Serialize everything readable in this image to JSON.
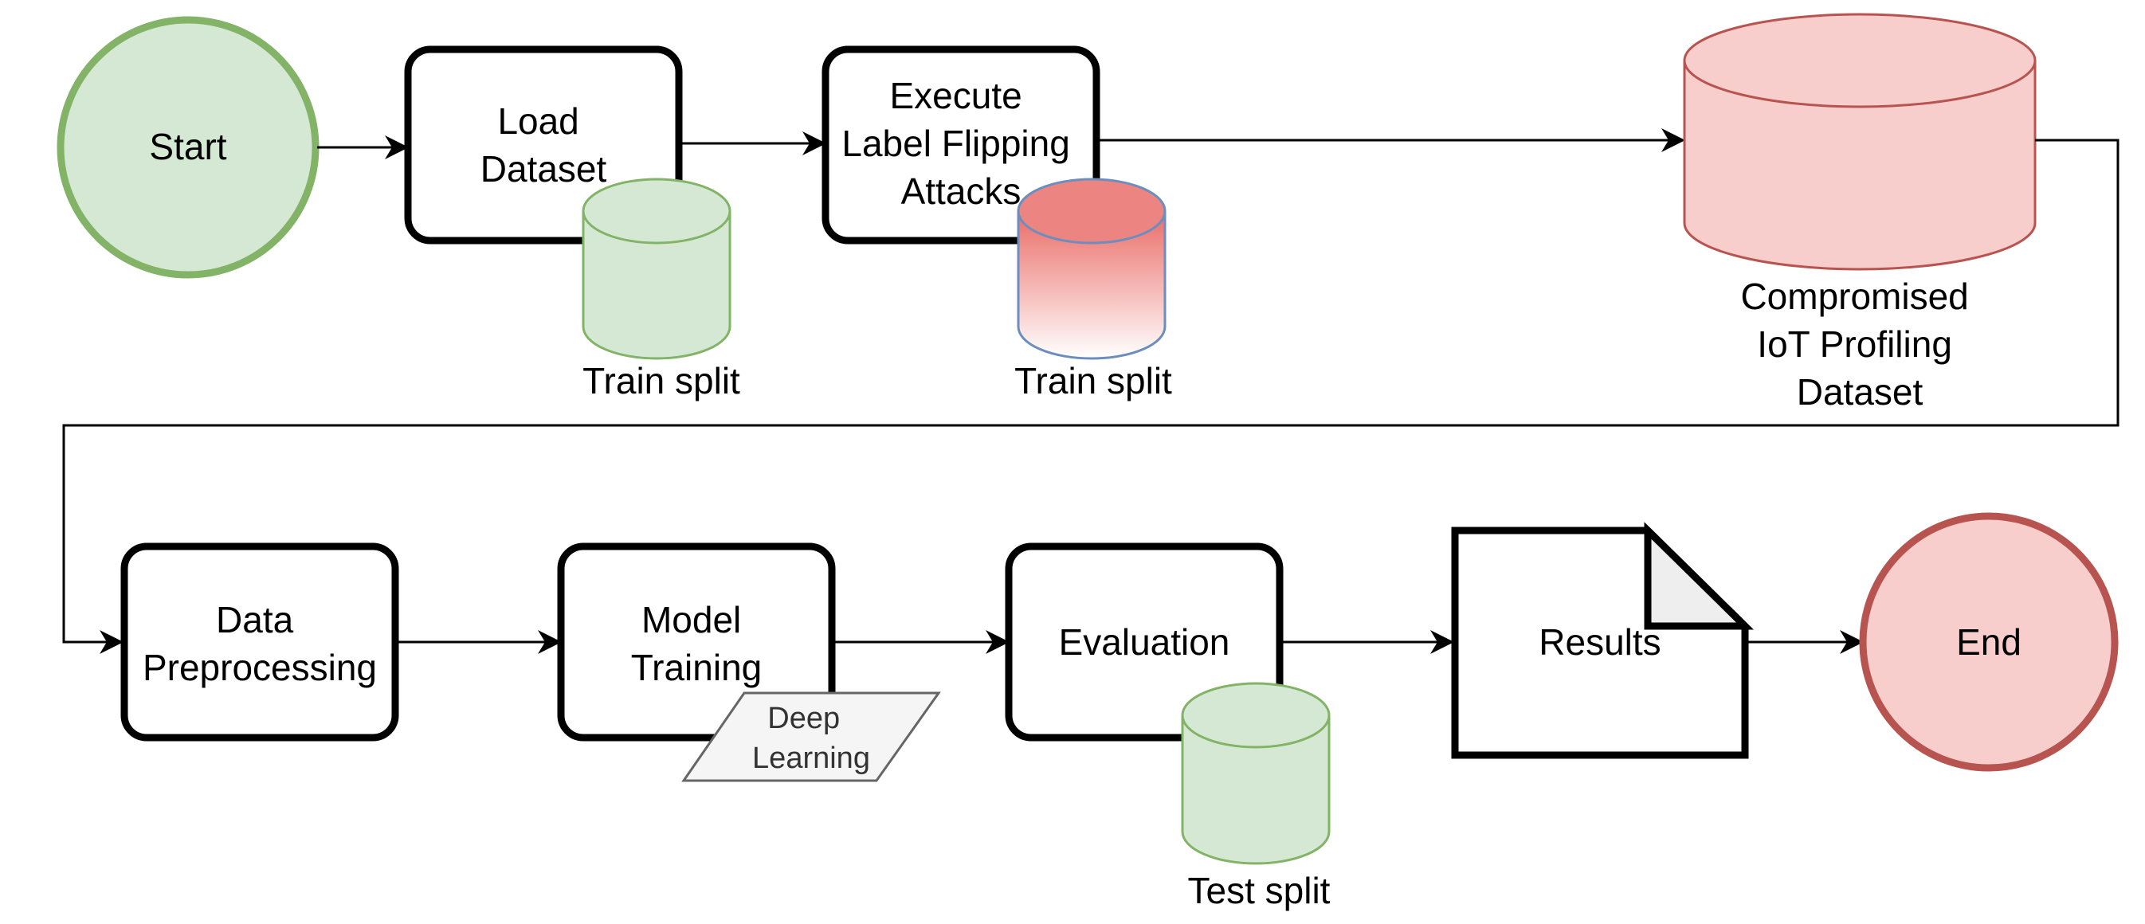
{
  "nodes": {
    "start": "Start",
    "load_dataset": [
      "Load",
      "Dataset"
    ],
    "execute_attack": [
      "Execute",
      "Label Flipping",
      "Attacks"
    ],
    "compromised_dataset": [
      "Compromised",
      "IoT Profiling",
      "Dataset"
    ],
    "train_split_1": "Train split",
    "train_split_2": "Train split",
    "data_preprocessing": [
      "Data",
      "Preprocessing"
    ],
    "model_training": [
      "Model",
      "Training"
    ],
    "deep_learning": [
      "Deep",
      "Learning"
    ],
    "evaluation": "Evaluation",
    "test_split": "Test split",
    "results": "Results",
    "end": "End"
  },
  "colors": {
    "green_fill": "#d5e8d4",
    "green_stroke": "#82b366",
    "red_fill": "#f8cecc",
    "red_stroke": "#b85450",
    "red_gradient_top": "#ea6b66",
    "blue_stroke": "#6c8ebf",
    "gray_fill": "#f5f5f5",
    "gray_stroke": "#666666",
    "dark_stroke": "#000000"
  }
}
